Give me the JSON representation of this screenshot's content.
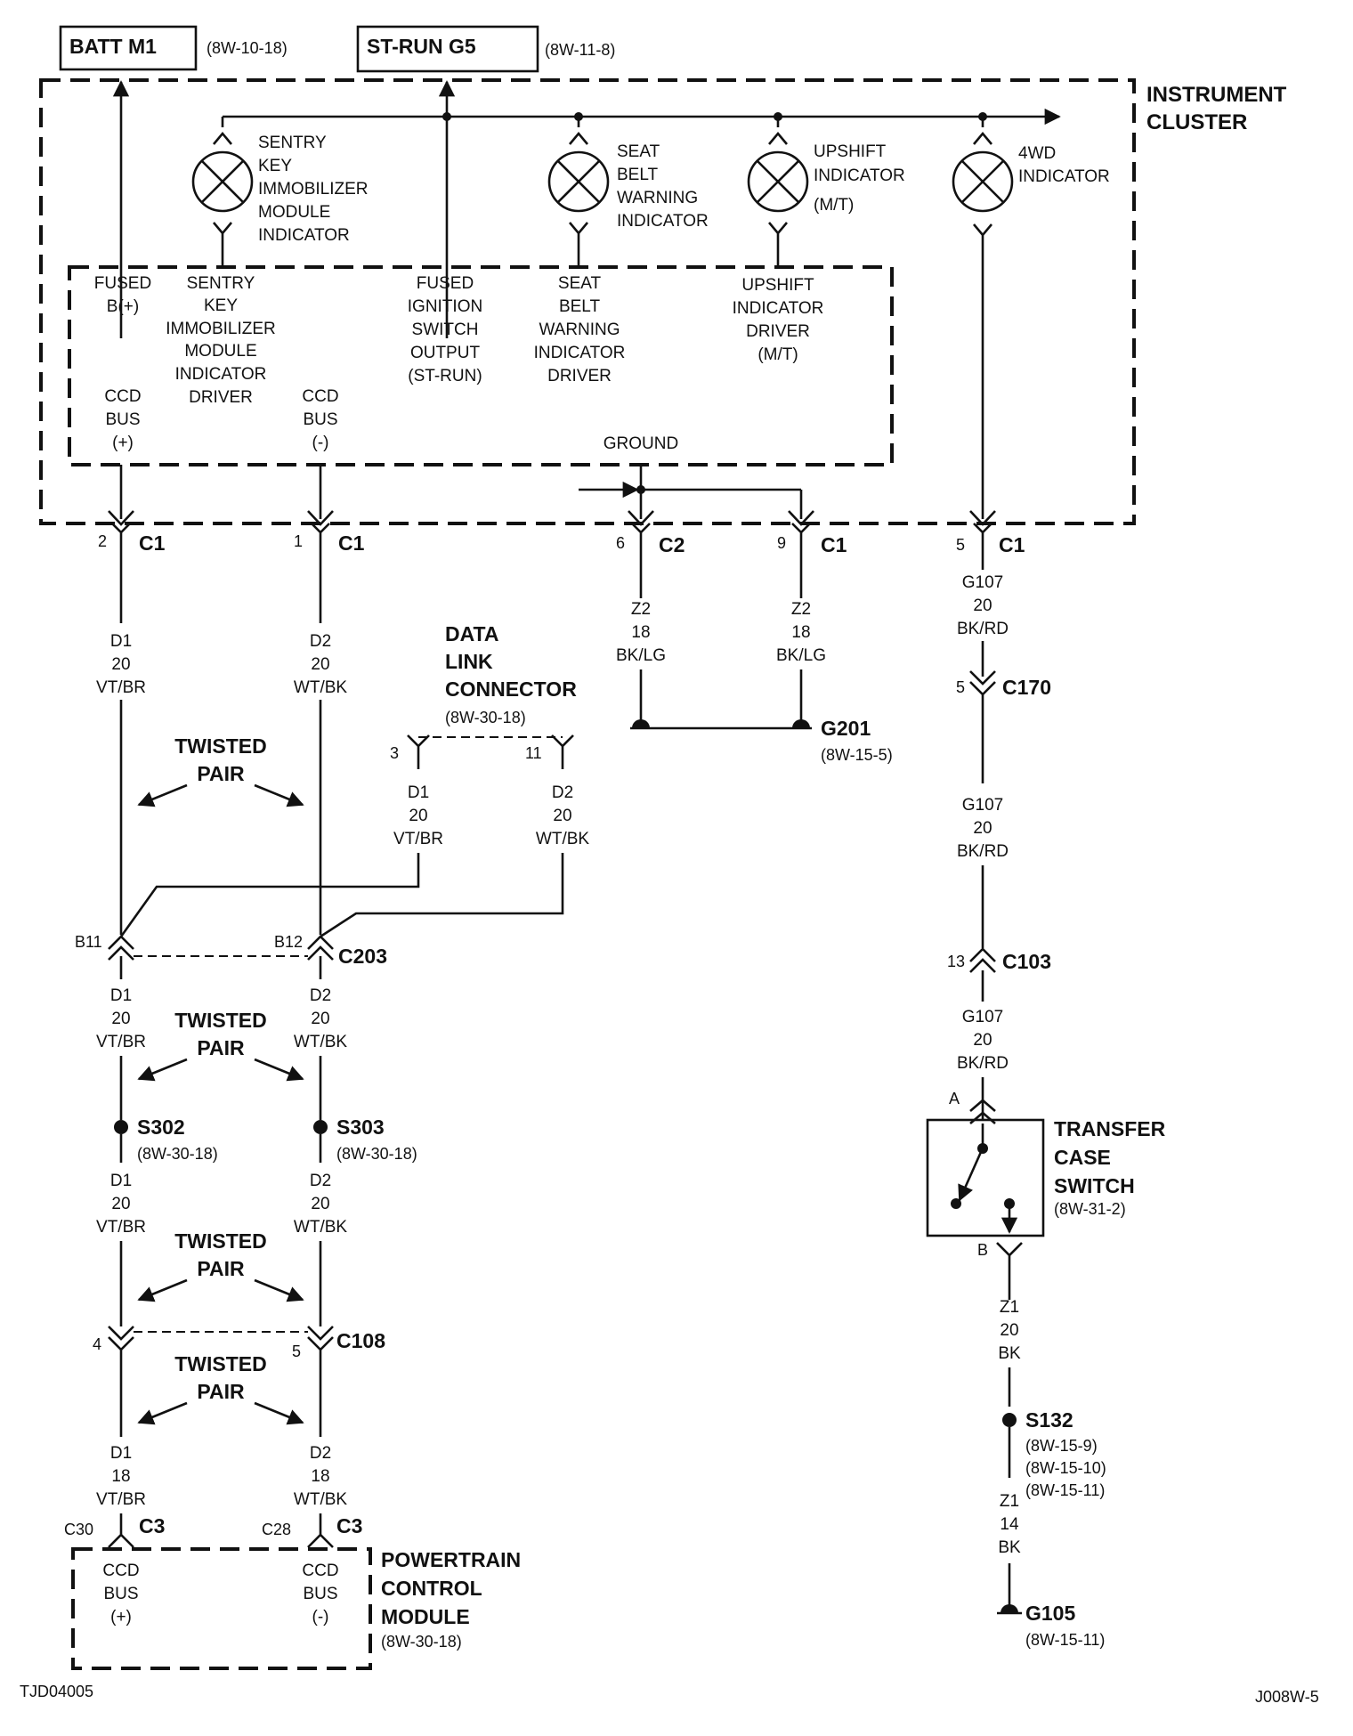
{
  "top_boxes": {
    "batt": {
      "label": "BATT M1",
      "ref": "(8W-10-18)"
    },
    "strun": {
      "label": "ST-RUN G5",
      "ref": "(8W-11-8)"
    }
  },
  "instrument_cluster": {
    "title": [
      "INSTRUMENT",
      "CLUSTER"
    ],
    "lamps": {
      "sentry": [
        "SENTRY",
        "KEY",
        "IMMOBILIZER",
        "MODULE",
        "INDICATOR"
      ],
      "seatbelt": [
        "SEAT",
        "BELT",
        "WARNING",
        "INDICATOR"
      ],
      "upshift": [
        "UPSHIFT",
        "INDICATOR",
        "(M/T)"
      ],
      "fourwd": [
        "4WD",
        "INDICATOR"
      ]
    },
    "inner": {
      "fused_b": [
        "FUSED",
        "B(+)"
      ],
      "sentry_driver": [
        "SENTRY",
        "KEY",
        "IMMOBILIZER",
        "MODULE",
        "INDICATOR",
        "DRIVER"
      ],
      "fused_ign": [
        "FUSED",
        "IGNITION",
        "SWITCH",
        "OUTPUT",
        "(ST-RUN)"
      ],
      "seatbelt_driver": [
        "SEAT",
        "BELT",
        "WARNING",
        "INDICATOR",
        "DRIVER"
      ],
      "upshift_driver": [
        "UPSHIFT",
        "INDICATOR",
        "DRIVER",
        "(M/T)"
      ],
      "ccd_pos": [
        "CCD",
        "BUS",
        "(+)"
      ],
      "ccd_neg": [
        "CCD",
        "BUS",
        "(-)"
      ],
      "ground": "GROUND"
    }
  },
  "connectors": {
    "c1_2": {
      "pin": "2",
      "name": "C1"
    },
    "c1_1": {
      "pin": "1",
      "name": "C1"
    },
    "c2_6": {
      "pin": "6",
      "name": "C2"
    },
    "c1_9": {
      "pin": "9",
      "name": "C1"
    },
    "c1_5": {
      "pin": "5",
      "name": "C1"
    },
    "c170": {
      "pin": "5",
      "name": "C170"
    },
    "c103": {
      "pin": "13",
      "name": "C103"
    },
    "c203": {
      "pin_left": "B11",
      "pin_right": "B12",
      "name": "C203"
    },
    "c108": {
      "pin_left": "4",
      "pin_right": "5",
      "name": "C108"
    },
    "c3": {
      "pin_left": "C30",
      "pin_right": "C28",
      "name": "C3"
    },
    "tcs_a": "A",
    "tcs_b": "B"
  },
  "wires": {
    "d1_a": [
      "D1",
      "20",
      "VT/BR"
    ],
    "d2_a": [
      "D2",
      "20",
      "WT/BK"
    ],
    "z2_a": [
      "Z2",
      "18",
      "BK/LG"
    ],
    "z2_b": [
      "Z2",
      "18",
      "BK/LG"
    ],
    "g107_a": [
      "G107",
      "20",
      "BK/RD"
    ],
    "g107_b": [
      "G107",
      "20",
      "BK/RD"
    ],
    "g107_c": [
      "G107",
      "20",
      "BK/RD"
    ],
    "dlc_d1": [
      "D1",
      "20",
      "VT/BR"
    ],
    "dlc_d2": [
      "D2",
      "20",
      "WT/BK"
    ],
    "d1_b": [
      "D1",
      "20",
      "VT/BR"
    ],
    "d2_b": [
      "D2",
      "20",
      "WT/BK"
    ],
    "d1_c": [
      "D1",
      "20",
      "VT/BR"
    ],
    "d2_c": [
      "D2",
      "20",
      "WT/BK"
    ],
    "d1_d": [
      "D1",
      "18",
      "VT/BR"
    ],
    "d2_d": [
      "D2",
      "18",
      "WT/BK"
    ],
    "z1_a": [
      "Z1",
      "20",
      "BK"
    ],
    "z1_b": [
      "Z1",
      "14",
      "BK"
    ]
  },
  "dlc": {
    "title": [
      "DATA",
      "LINK",
      "CONNECTOR"
    ],
    "ref": "(8W-30-18)",
    "pin_left": "3",
    "pin_right": "11"
  },
  "twisted_pair": [
    "TWISTED",
    "PAIR"
  ],
  "splices": {
    "s302": {
      "name": "S302",
      "ref": "(8W-30-18)"
    },
    "s303": {
      "name": "S303",
      "ref": "(8W-30-18)"
    },
    "s132": {
      "name": "S132",
      "refs": [
        "(8W-15-9)",
        "(8W-15-10)",
        "(8W-15-11)"
      ]
    }
  },
  "grounds": {
    "g201": {
      "name": "G201",
      "ref": "(8W-15-5)"
    },
    "g105": {
      "name": "G105",
      "ref": "(8W-15-11)"
    }
  },
  "transfer_case": {
    "title": [
      "TRANSFER",
      "CASE",
      "SWITCH"
    ],
    "ref": "(8W-31-2)"
  },
  "pcm": {
    "title": [
      "POWERTRAIN",
      "CONTROL",
      "MODULE"
    ],
    "ref": "(8W-30-18)",
    "ccd_pos": [
      "CCD",
      "BUS",
      "(+)"
    ],
    "ccd_neg": [
      "CCD",
      "BUS",
      "(-)"
    ]
  },
  "footer": {
    "left": "TJD04005",
    "right": "J008W-5"
  }
}
